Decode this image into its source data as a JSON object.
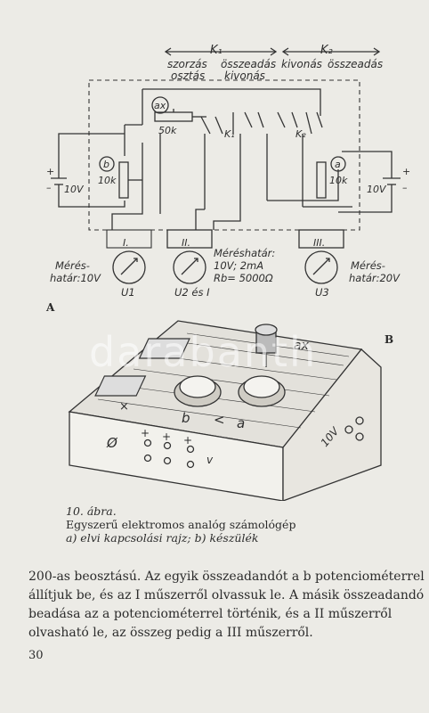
{
  "schematic": {
    "k1": "K₁",
    "k2": "K₂",
    "k1_switch": "K₁",
    "k2_switch": "K₂",
    "mode_left_top": "szorzás",
    "mode_left_bottom": "osztás",
    "mode_mid_top": "összeadás",
    "mode_mid_bottom": "kivonás",
    "mode_right_1": "kivonás",
    "mode_right_2": "összeadás",
    "pot_ax": "ax",
    "pot_ax_value": "50k",
    "pot_b": "b",
    "pot_b_value": "10k",
    "pot_a": "a",
    "pot_a_value": "10k",
    "battery_left": "10V",
    "battery_right": "10V",
    "meter_1": "I.",
    "meter_2": "II.",
    "meter_3": "III.",
    "range_left_1": "Mérés-",
    "range_left_2": "határ:10V",
    "range_mid_1": "Méréshatár:",
    "range_mid_2": "10V; 2mA",
    "range_mid_3": "Rb= 5000Ω",
    "range_right_1": "Mérés-",
    "range_right_2": "határ:20V",
    "u1": "U1",
    "u2": "U2 és I",
    "u3": "U3",
    "plus": "+",
    "minus": "–"
  },
  "device": {
    "knob_ax": "ax",
    "label_b": "b",
    "label_lt": "<",
    "label_a": "a",
    "label_x": "×",
    "label_phi": "Ø",
    "label_v": "v",
    "label_10v": "10V"
  },
  "figure": {
    "label_a": "A",
    "label_b": "B",
    "number": "10. ábra.",
    "title": "Egyszerű elektromos analóg számológép",
    "subtitle": "a) elvi kapcsolási rajz; b) készülék"
  },
  "body": {
    "lines": [
      "200-as beosztású. Az egyik összeadandót a b potenciométerrel",
      "állítjuk be, és az I műszerről olvassuk le. A másik összeadandó",
      "beadása az a potenciométerrel történik, és a II műszerről",
      "olvasható le, az összeg pedig a III műszerről."
    ]
  },
  "page_number": "30",
  "watermark": "darabanth"
}
